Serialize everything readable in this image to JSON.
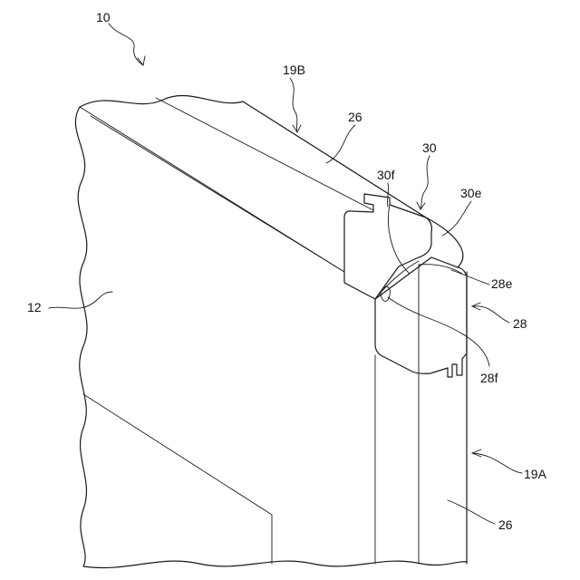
{
  "labels": {
    "assembly": "10",
    "panel": "12",
    "upper_frame": "19B",
    "side_frame": "19A",
    "member_top": "26",
    "member_bottom": "26",
    "upper_cap": "30",
    "upper_cap_end": "30e",
    "upper_cap_flange": "30f",
    "lower_cap": "28",
    "lower_cap_end": "28e",
    "lower_cap_flange": "28f"
  }
}
